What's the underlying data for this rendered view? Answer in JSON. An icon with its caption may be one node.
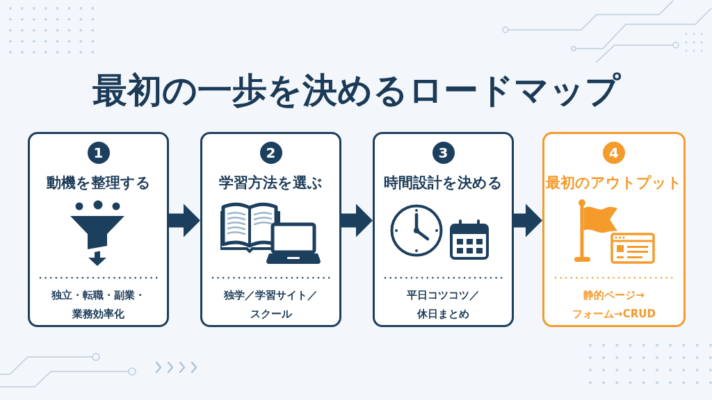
{
  "diagram": {
    "title": "最初の一歩を決めるロードマップ",
    "nodes": [
      {
        "text": [
          "動機を整理する",
          "独立・転職・副業・業務効率化"
        ]
      },
      {
        "text": [
          "1"
        ],
        "in": 0
      },
      {
        "text": [
          "学習方法を選ぶ",
          "独学／学習サイト／スクール"
        ]
      },
      {
        "text": [
          "2"
        ],
        "in": 2
      },
      {
        "text": [
          "時間設計を決める",
          "平日コツコツ／休日まとめ"
        ]
      },
      {
        "text": [
          "3"
        ],
        "in": 4
      },
      {
        "text": [
          "最初のアウトプット",
          "静的ページ→フォーム→CRUD"
        ]
      },
      {
        "text": [
          "4"
        ],
        "in": 6
      }
    ],
    "edges": [
      {
        "from": 0,
        "to": 2,
        "arrow": "to",
        "style": "thick"
      },
      {
        "from": 2,
        "to": 4,
        "arrow": "to",
        "style": "thick"
      },
      {
        "from": 4,
        "to": 6,
        "arrow": "to",
        "style": "thick"
      }
    ]
  }
}
